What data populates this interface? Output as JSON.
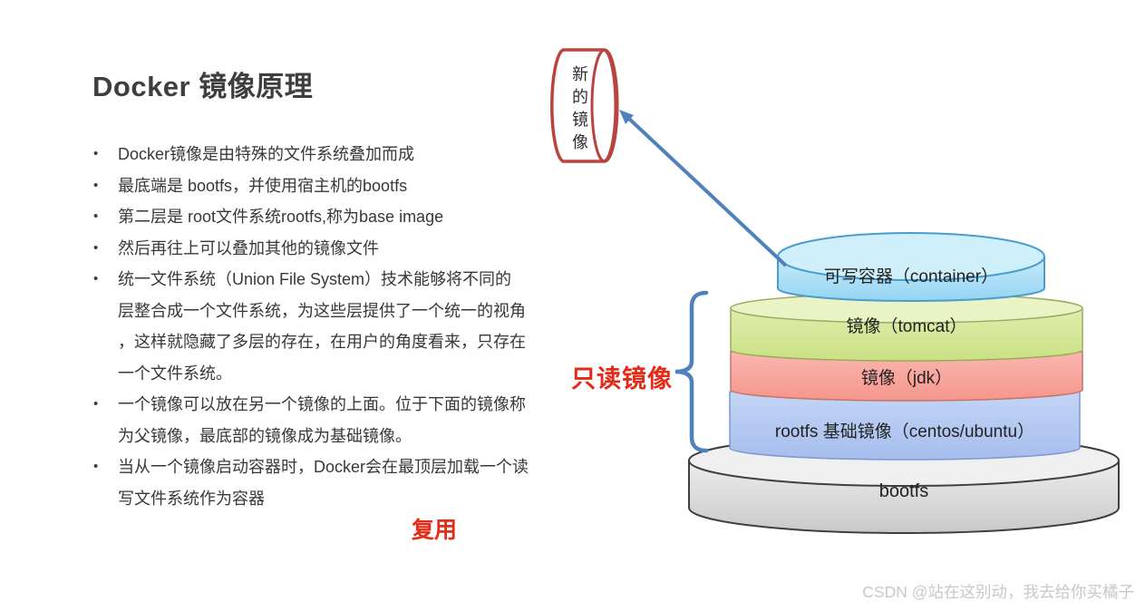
{
  "slide": {
    "title": "Docker 镜像原理",
    "bullets": [
      {
        "lines": [
          "Docker镜像是由特殊的文件系统叠加而成"
        ]
      },
      {
        "lines": [
          "最底端是 bootfs，并使用宿主机的bootfs"
        ]
      },
      {
        "lines": [
          "第二层是 root文件系统rootfs,称为base image"
        ]
      },
      {
        "lines": [
          "然后再往上可以叠加其他的镜像文件"
        ]
      },
      {
        "lines": [
          "统一文件系统（Union File System）技术能够将不同的",
          "层整合成一个文件系统，为这些层提供了一个统一的视角",
          "，这样就隐藏了多层的存在，在用户的角度看来，只存在",
          "一个文件系统。"
        ]
      },
      {
        "lines": [
          "一个镜像可以放在另一个镜像的上面。位于下面的镜像称",
          "为父镜像，最底部的镜像成为基础镜像。"
        ]
      },
      {
        "lines": [
          "当从一个镜像启动容器时，Docker会在最顶层加载一个读",
          "写文件系统作为容器"
        ]
      }
    ],
    "reuse_label": "复用"
  },
  "diagram": {
    "new_image_label": "新的镜像",
    "readonly_label": "只读镜像",
    "layers": [
      {
        "id": "container",
        "label": "可写容器（container）"
      },
      {
        "id": "tomcat",
        "label": "镜像（tomcat）"
      },
      {
        "id": "jdk",
        "label": "镜像（jdk）"
      },
      {
        "id": "rootfs",
        "label": "rootfs 基础镜像（centos/ubuntu）"
      },
      {
        "id": "bootfs",
        "label": "bootfs"
      }
    ],
    "colors": {
      "layers": {
        "container": {
          "light": "#c6ebfa",
          "dark": "#96d4f3",
          "cap": "#cfeffb",
          "stroke": "#4a9ccd"
        },
        "tomcat": {
          "light": "#e0edad",
          "dark": "#cbe184",
          "cap": "#eaf3c6",
          "stroke": "#98ab5d"
        },
        "jdk": {
          "light": "#fbb6ae",
          "dark": "#f5968c",
          "cap": "#fbc4bd",
          "stroke": "#c4736b"
        },
        "rootfs": {
          "light": "#c4d5f5",
          "dark": "#a6beee",
          "cap": "#ccdaf6",
          "stroke": "#7d97cf"
        },
        "bootfs": {
          "light": "#ededed",
          "dark": "#c9c9c9",
          "cap": "#f0f0f0",
          "stroke": "#3f3f3f"
        }
      },
      "connector_blue": "#4f81bd",
      "accent_red": "#e42b17",
      "new_image_stroke": "#b8433f",
      "text_dark": "#383838",
      "watermark_gray": "#c8c8c8"
    }
  },
  "watermark": "CSDN @站在这别动，我去给你买橘子"
}
